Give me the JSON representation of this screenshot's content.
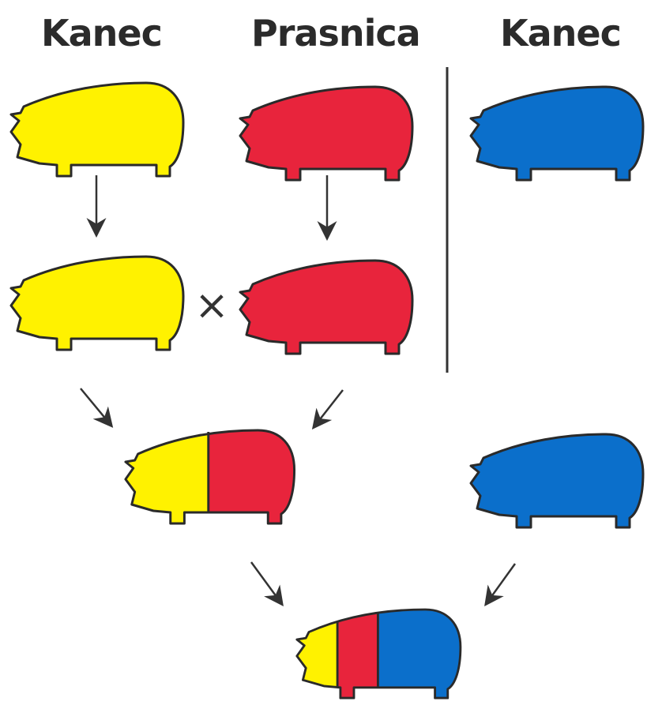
{
  "headings": {
    "left_boar": "Kanec",
    "sow": "Prasnica",
    "right_boar": "Kanec"
  },
  "cross_symbol": "×",
  "breeds": {
    "yellow": "#fff200",
    "red": "#e8243c",
    "blue": "#0b6fcb"
  },
  "outline_color": "#2a2a2a",
  "arrow_color": "#333333",
  "offspring": {
    "f1_shares": [
      0.5,
      0.5
    ],
    "final_shares": [
      0.25,
      0.25,
      0.5
    ]
  }
}
